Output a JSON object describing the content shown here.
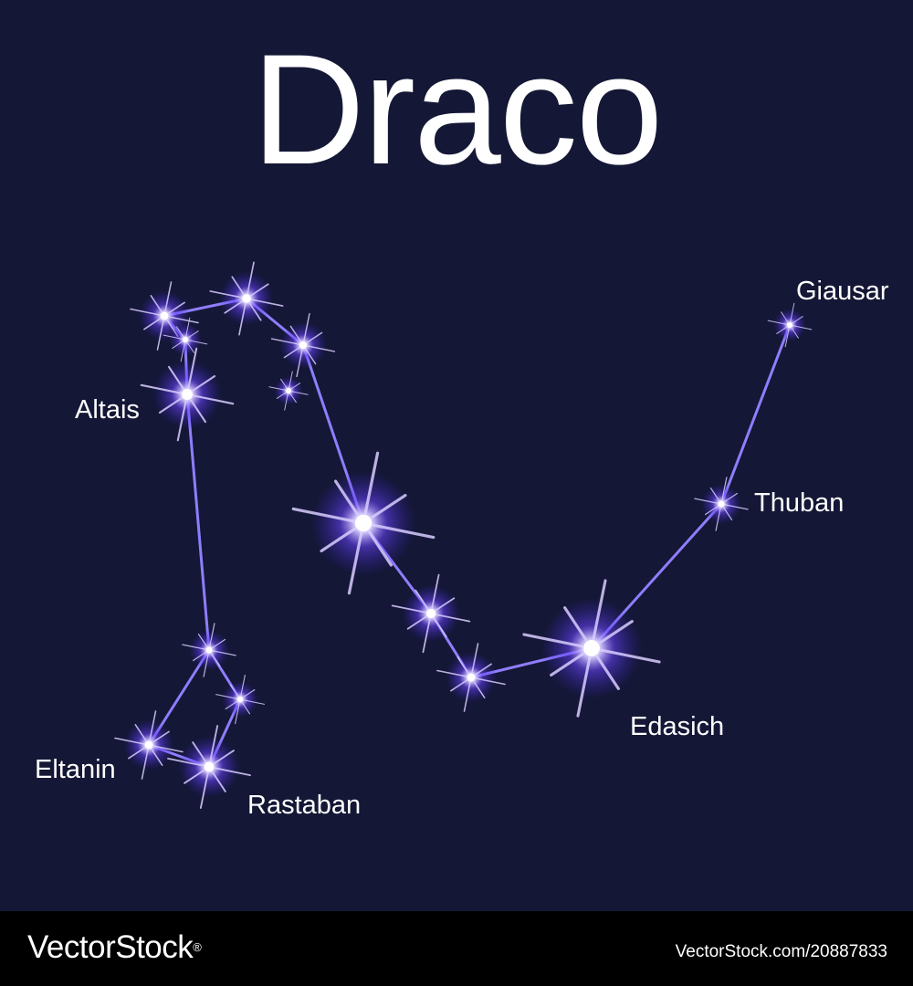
{
  "title": "Draco",
  "colors": {
    "background": "#141735",
    "star_glow": "#5b3cff",
    "star_core": "#ffffff",
    "line": "#8f7dff"
  },
  "stars": {
    "giausar": "Giausar",
    "thuban": "Thuban",
    "edasich": "Edasich",
    "altais": "Altais",
    "eltanin": "Eltanin",
    "rastaban": "Rastaban"
  },
  "watermark": {
    "brand": "VectorStock",
    "registered_mark": "®",
    "image_id": "VectorStock.com/20887833"
  }
}
